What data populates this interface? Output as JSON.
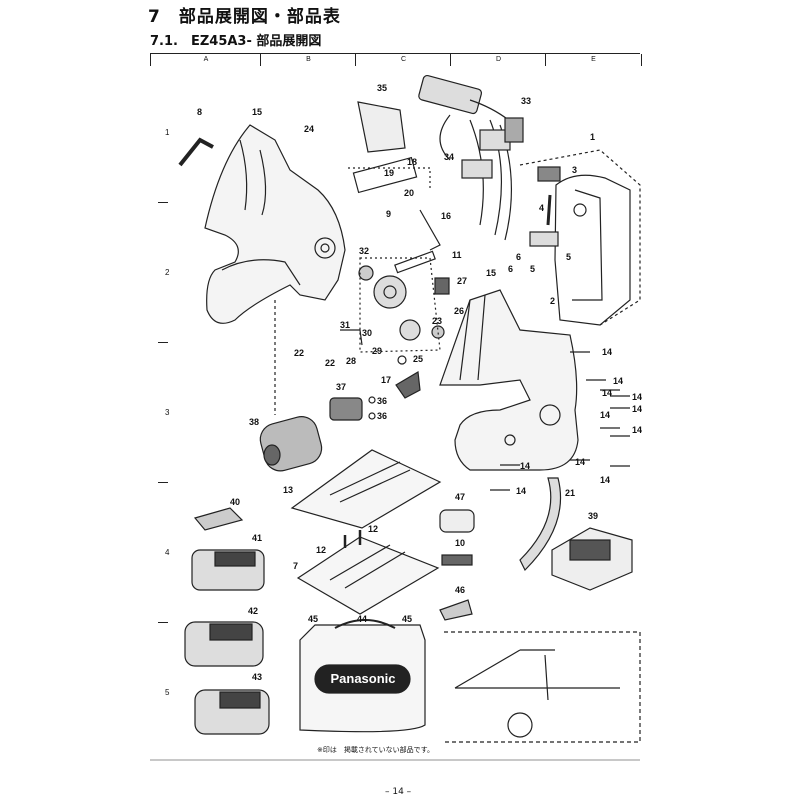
{
  "header": {
    "section_title": "7　部品展開図・部品表",
    "subsection_title": "7.1.　EZ45A3- 部品展開図"
  },
  "grid": {
    "columns": [
      "A",
      "B",
      "C",
      "D",
      "E"
    ],
    "rows": [
      "1",
      "2",
      "3",
      "4",
      "5"
    ]
  },
  "callouts": {
    "c1": "1",
    "c2": "2",
    "c3": "3",
    "c4": "4",
    "c5a": "5",
    "c5b": "5",
    "c6a": "6",
    "c6b": "6",
    "c7": "7",
    "c8": "8",
    "c9": "9",
    "c10": "10",
    "c11": "11",
    "c12a": "12",
    "c12b": "12",
    "c13": "13",
    "c14a": "14",
    "c14b": "14",
    "c14c": "14",
    "c14d": "14",
    "c14e": "14",
    "c14f": "14",
    "c14g": "14",
    "c14h": "14",
    "c14i": "14",
    "c14j": "14",
    "c14k": "14",
    "c15a": "15",
    "c15b": "15",
    "c16": "16",
    "c17": "17",
    "c18": "18",
    "c19": "19",
    "c20": "20",
    "c21": "21",
    "c22a": "22",
    "c22b": "22",
    "c23": "23",
    "c24": "24",
    "c25": "25",
    "c26": "26",
    "c27": "27",
    "c28": "28",
    "c29": "29",
    "c30": "30",
    "c31": "31",
    "c32": "32",
    "c33": "33",
    "c34": "34",
    "c35": "35",
    "c36a": "36",
    "c36b": "36",
    "c37": "37",
    "c38": "38",
    "c39": "39",
    "c40": "40",
    "c41": "41",
    "c42": "42",
    "c43": "43",
    "c44": "44",
    "c45a": "45",
    "c45b": "45",
    "c46": "46",
    "c47": "47"
  },
  "case_logo": "Panasonic",
  "footnote": "※印は　掲載されていない部品です。",
  "page_number": "– 14 –"
}
